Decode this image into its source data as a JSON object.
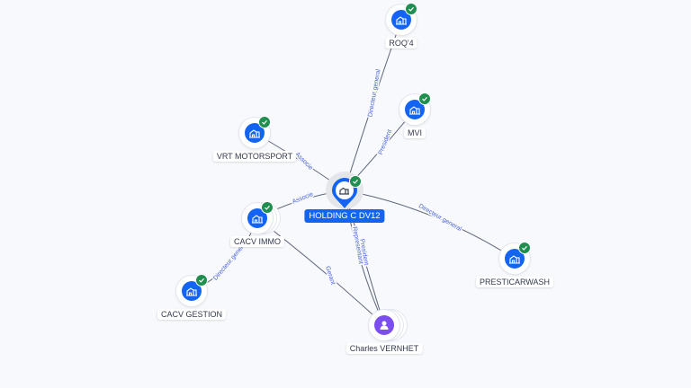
{
  "central": {
    "label": "HOLDING C DV12",
    "icon": "company-icon",
    "verified": true
  },
  "nodes": [
    {
      "id": "roq4",
      "label": "ROQ'4",
      "type": "company",
      "verified": true
    },
    {
      "id": "mvi",
      "label": "MVI",
      "type": "company",
      "verified": true
    },
    {
      "id": "vrt",
      "label": "VRT MOTORSPORT",
      "type": "company",
      "verified": true
    },
    {
      "id": "cacvimmo",
      "label": "CACV IMMO",
      "type": "company",
      "verified": true
    },
    {
      "id": "cacvgestion",
      "label": "CACV GESTION",
      "type": "company",
      "verified": true
    },
    {
      "id": "presti",
      "label": "PRESTICARWASH",
      "type": "company",
      "verified": true
    },
    {
      "id": "charles",
      "label": "Charles VERNHET",
      "type": "person",
      "verified": false
    }
  ],
  "edges": [
    {
      "from": "central",
      "to": "roq4",
      "label": "Directeur general"
    },
    {
      "from": "central",
      "to": "mvi",
      "label": "President"
    },
    {
      "from": "central",
      "to": "vrt",
      "label": "Associe"
    },
    {
      "from": "central",
      "to": "cacvimmo",
      "label": "Associe"
    },
    {
      "from": "cacvimmo",
      "to": "cacvgestion",
      "label": "Directeur general"
    },
    {
      "from": "central",
      "to": "presti",
      "label": "Directeur general"
    },
    {
      "from": "charles",
      "to": "central",
      "label": "President"
    },
    {
      "from": "charles",
      "to": "central",
      "label": "Representant"
    },
    {
      "from": "charles",
      "to": "cacvimmo",
      "label": "Gerant"
    }
  ],
  "colors": {
    "company": "#1464f4",
    "person": "#7c4ef0",
    "verified": "#1e8f4e",
    "edge_label": "#4a63d9"
  }
}
